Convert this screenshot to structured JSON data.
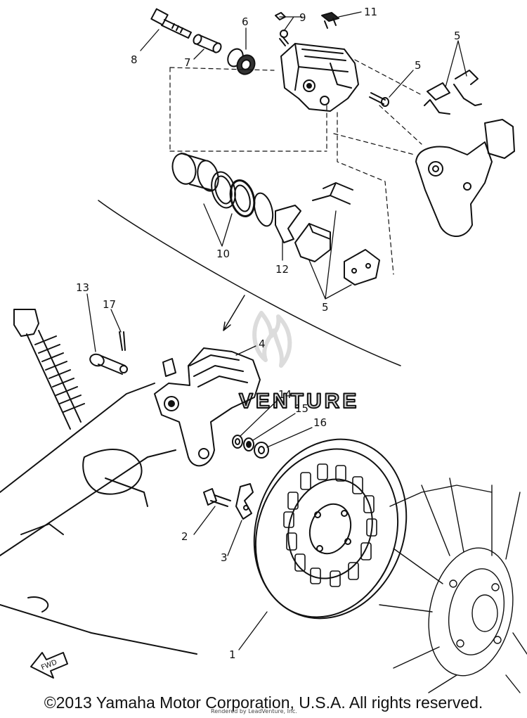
{
  "diagram": {
    "callouts": [
      "1",
      "2",
      "3",
      "4",
      "5",
      "5",
      "5",
      "6",
      "7",
      "8",
      "9",
      "10",
      "11",
      "12",
      "13",
      "14",
      "15",
      "16",
      "17"
    ],
    "fwd_label": "FWD",
    "watermark_text": "VENTURE"
  },
  "footer": {
    "copyright": "©2013 Yamaha Motor Corporation, U.S.A. All rights reserved.",
    "rendered_by": "Rendered by LeadVenture, Inc."
  },
  "colors": {
    "line": "#111111",
    "watermark": "#d6d6d6",
    "background": "#ffffff"
  }
}
